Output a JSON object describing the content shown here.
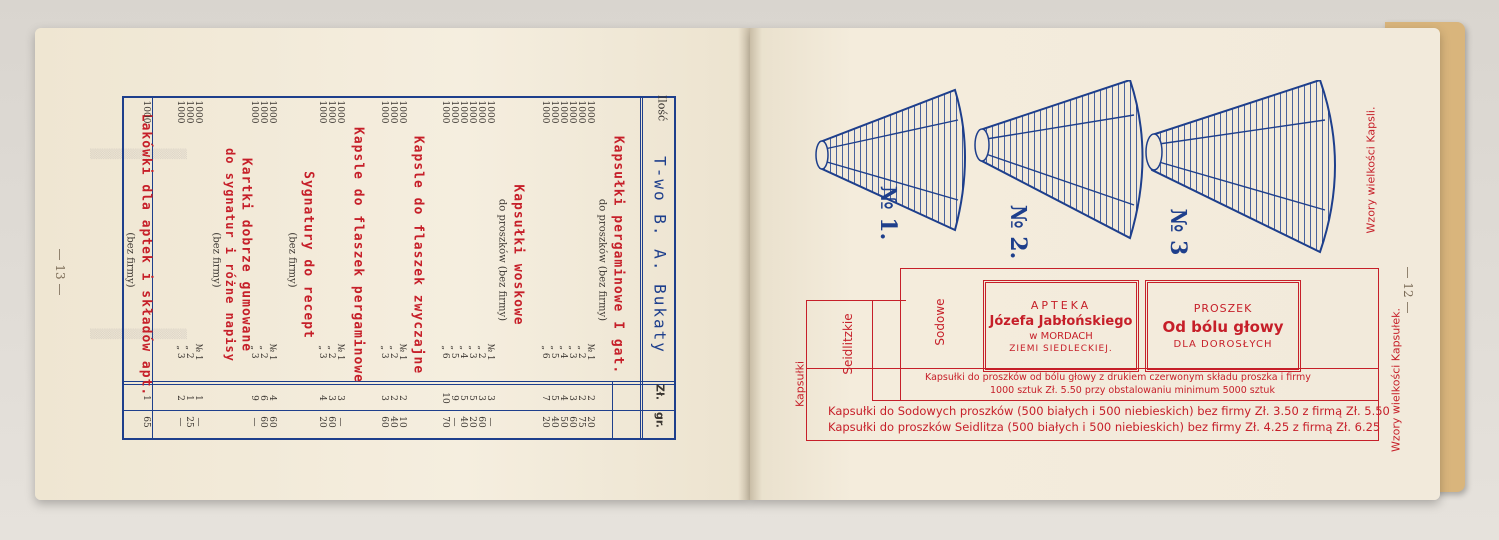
{
  "left_page": {
    "page_number": "— 13 —",
    "header": {
      "qty_label": "Ilość",
      "firm_label": "T-wo B. A. Bukaty",
      "zl_label": "Zł.",
      "gr_label": "gr."
    },
    "products": [
      {
        "name": "Kapsułki pergaminowe I gat.",
        "sub": "do proszków (bez firmy)",
        "rows": [
          {
            "qty": "1000",
            "no": "№ 1",
            "zl": "2",
            "gr": "20"
          },
          {
            "qty": "1000",
            "no": "„ 2",
            "zl": "2",
            "gr": "75"
          },
          {
            "qty": "1000",
            "no": "„ 3",
            "zl": "3",
            "gr": "60"
          },
          {
            "qty": "1000",
            "no": "„ 4",
            "zl": "4",
            "gr": "50"
          },
          {
            "qty": "1000",
            "no": "„ 5",
            "zl": "5",
            "gr": "40"
          },
          {
            "qty": "1000",
            "no": "„ 6",
            "zl": "7",
            "gr": "20"
          }
        ]
      },
      {
        "name": "Kapsułki woskowe",
        "sub": "do proszków (bez firmy)",
        "rows": [
          {
            "qty": "1000",
            "no": "№ 1",
            "zl": "3",
            "gr": "—"
          },
          {
            "qty": "1000",
            "no": "„ 2",
            "zl": "3",
            "gr": "60"
          },
          {
            "qty": "1000",
            "no": "„ 3",
            "zl": "5",
            "gr": "20"
          },
          {
            "qty": "1000",
            "no": "„ 4",
            "zl": "5",
            "gr": "40"
          },
          {
            "qty": "1000",
            "no": "„ 5",
            "zl": "9",
            "gr": "—"
          },
          {
            "qty": "1000",
            "no": "„ 6",
            "zl": "10",
            "gr": "70"
          }
        ]
      },
      {
        "name": "Kapsle do flaszek zwyczajne",
        "sub": "",
        "rows": [
          {
            "qty": "1000",
            "no": "№ 1",
            "zl": "2",
            "gr": "10"
          },
          {
            "qty": "1000",
            "no": "„ 2",
            "zl": "2",
            "gr": "40"
          },
          {
            "qty": "1000",
            "no": "„ 3",
            "zl": "3",
            "gr": "60"
          }
        ]
      },
      {
        "name": "Kapsle do flaszek pergaminowe",
        "sub": "",
        "rows": [
          {
            "qty": "1000",
            "no": "№ 1",
            "zl": "3",
            "gr": "—"
          },
          {
            "qty": "1000",
            "no": "„ 2",
            "zl": "3",
            "gr": "60"
          },
          {
            "qty": "1000",
            "no": "„ 3",
            "zl": "4",
            "gr": "20"
          }
        ]
      },
      {
        "name": "Sygnatury do recept",
        "sub": "(bez firmy)",
        "rows": [
          {
            "qty": "1000",
            "no": "№ 1",
            "zl": "4",
            "gr": "60"
          },
          {
            "qty": "1000",
            "no": "„ 2",
            "zl": "6",
            "gr": "60"
          },
          {
            "qty": "1000",
            "no": "„ 3",
            "zl": "9",
            "gr": "—"
          }
        ]
      },
      {
        "name": "Kartki dobrze gumowane",
        "name2": "do sygnatur i różne napisy",
        "sub": "(bez firmy)",
        "rows": [
          {
            "qty": "1000",
            "no": "№ 1",
            "zl": "1",
            "gr": "—"
          },
          {
            "qty": "1000",
            "no": "„ 2",
            "zl": "1",
            "gr": "25"
          },
          {
            "qty": "1000",
            "no": "„ 3",
            "zl": "2",
            "gr": "—"
          }
        ]
      },
      {
        "name": "Lakówki dla aptek i składów apt.",
        "sub": "(bez firmy)",
        "rows": [
          {
            "qty": "1000",
            "no": "",
            "zl": "1",
            "gr": "65"
          }
        ]
      }
    ]
  },
  "right_page": {
    "page_number": "— 12 —",
    "capsule_title": "Wzory wielkości Kapsli.",
    "capsule_numbers": [
      "№ 1.",
      "№ 2.",
      "№ 3"
    ],
    "kapsulek_title": "Wzory wielkości Kapsułek.",
    "kapsulki_label": "Kapsułki",
    "seidlitzkie_label": "Seidlitzkie",
    "sodowe_label": "Sodowe",
    "label1": {
      "line1": "APTEKA",
      "line2": "Józefa Jabłońskiego",
      "line3": "w MORDACH",
      "line4": "ZIEMI SIEDLECKIEJ."
    },
    "label2": {
      "line1": "PROSZEK",
      "line2": "Od bólu głowy",
      "line3": "DLA DOROSŁYCH"
    },
    "notice_line1": "Kapsułki do proszków od bólu głowy z drukiem czerwonym składu proszka i firmy",
    "notice_line2": "1000 sztuk Zł. 5.50 przy obstalowaniu minimum 5000 sztuk",
    "price_line1": "Kapsułki do Sodowych proszków (500 białych i 500 niebieskich) bez firmy Zł. 3.50 z firmą Zł. 5.50",
    "price_line2": "Kapsułki do proszków Seidlitza (500 białych i 500 niebieskich) bez firmy Zł. 4.25 z firmą Zł. 6.25"
  },
  "colors": {
    "ink_blue": "#1e3f8c",
    "ink_red": "#c61f29",
    "paper": "#f4ecdc"
  }
}
